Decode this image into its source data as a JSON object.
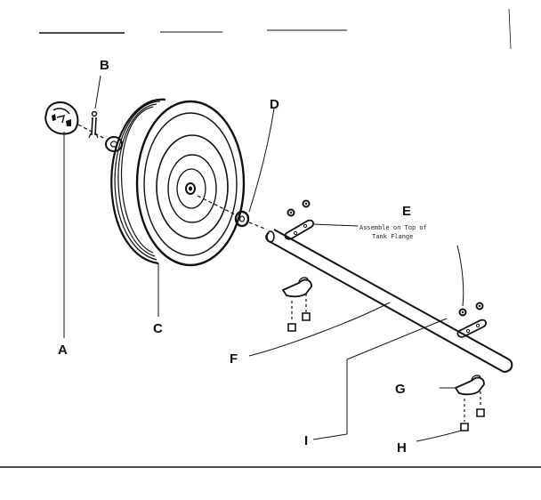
{
  "labels": {
    "a": "A",
    "b": "B",
    "c": "C",
    "d": "D",
    "e": "E",
    "f": "F",
    "g": "G",
    "h": "H",
    "i": "I"
  },
  "notes": {
    "assemble_line1": "Assemble on Top of",
    "assemble_line2": "Tank Flange"
  }
}
